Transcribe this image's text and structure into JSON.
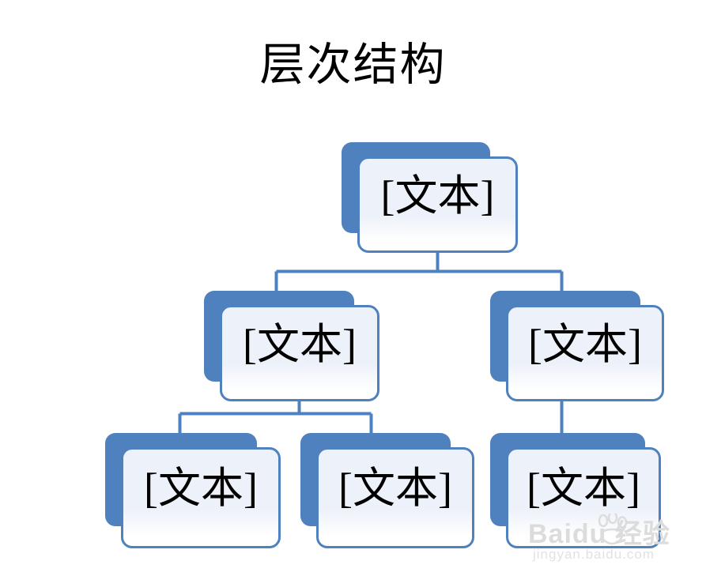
{
  "title": "层次结构",
  "colors": {
    "accent_blue": "#4E81BD",
    "card_fill_top": "#EDF1F9",
    "card_fill_bottom": "#FFFFFF",
    "background": "#FFFFFF",
    "text": "#000000",
    "watermark": "#DCDCDC"
  },
  "diagram": {
    "type": "hierarchy",
    "nodes": {
      "root": {
        "label": "[文本]",
        "level": 1
      },
      "l2_left": {
        "label": "[文本]",
        "level": 2
      },
      "l2_right": {
        "label": "[文本]",
        "level": 2
      },
      "l3_a": {
        "label": "[文本]",
        "level": 3
      },
      "l3_b": {
        "label": "[文本]",
        "level": 3
      },
      "l3_c": {
        "label": "[文本]",
        "level": 3
      }
    },
    "edges": [
      {
        "from": "root",
        "to": "l2_left"
      },
      {
        "from": "root",
        "to": "l2_right"
      },
      {
        "from": "l2_left",
        "to": "l3_a"
      },
      {
        "from": "l2_left",
        "to": "l3_b"
      },
      {
        "from": "l2_right",
        "to": "l3_c"
      }
    ]
  },
  "watermark": {
    "main": "Baidu 经验",
    "sub": "jingyan.baidu.com"
  }
}
